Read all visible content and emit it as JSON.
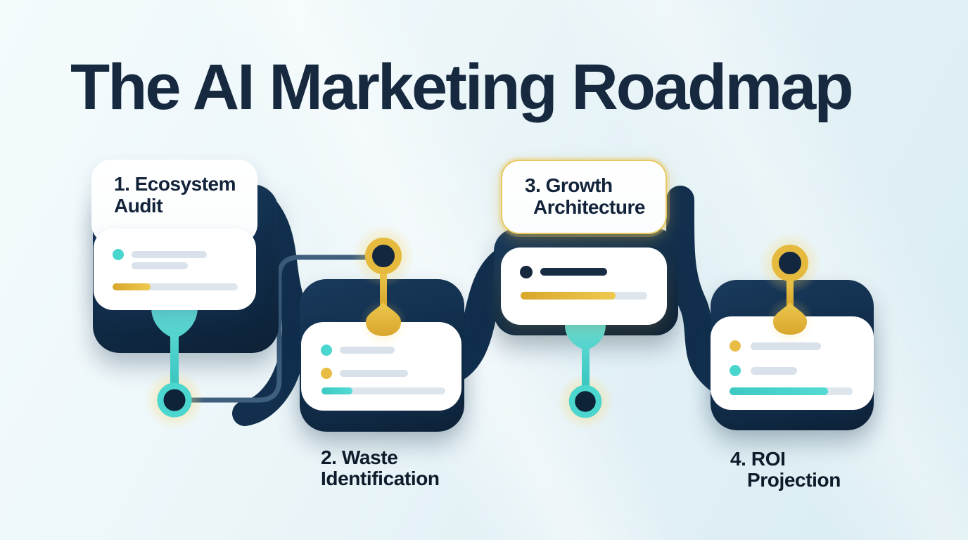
{
  "title": "The AI Marketing Roadmap",
  "steps": [
    {
      "label": "1. Ecosystem Audit",
      "line1": "1. Ecosystem",
      "line2": "Audit"
    },
    {
      "label": "2. Waste Identification",
      "line1": "2. Waste",
      "line2": "Identification"
    },
    {
      "label": "3. Growth Architecture",
      "line1": "3. Growth",
      "line2": "Architecture"
    },
    {
      "label": "4. ROI Projection",
      "line1": "4. ROI",
      "line2": "Projection"
    }
  ],
  "colors": {
    "background": "#e9f4f8",
    "navy_card": "#112a44",
    "title_text": "#16293f",
    "teal_accent": "#49d6cf",
    "gold_accent": "#e8bc3f",
    "route_line": "#3e5f7e",
    "skeleton_gray": "#d9e1ea",
    "card_white": "#ffffff"
  }
}
